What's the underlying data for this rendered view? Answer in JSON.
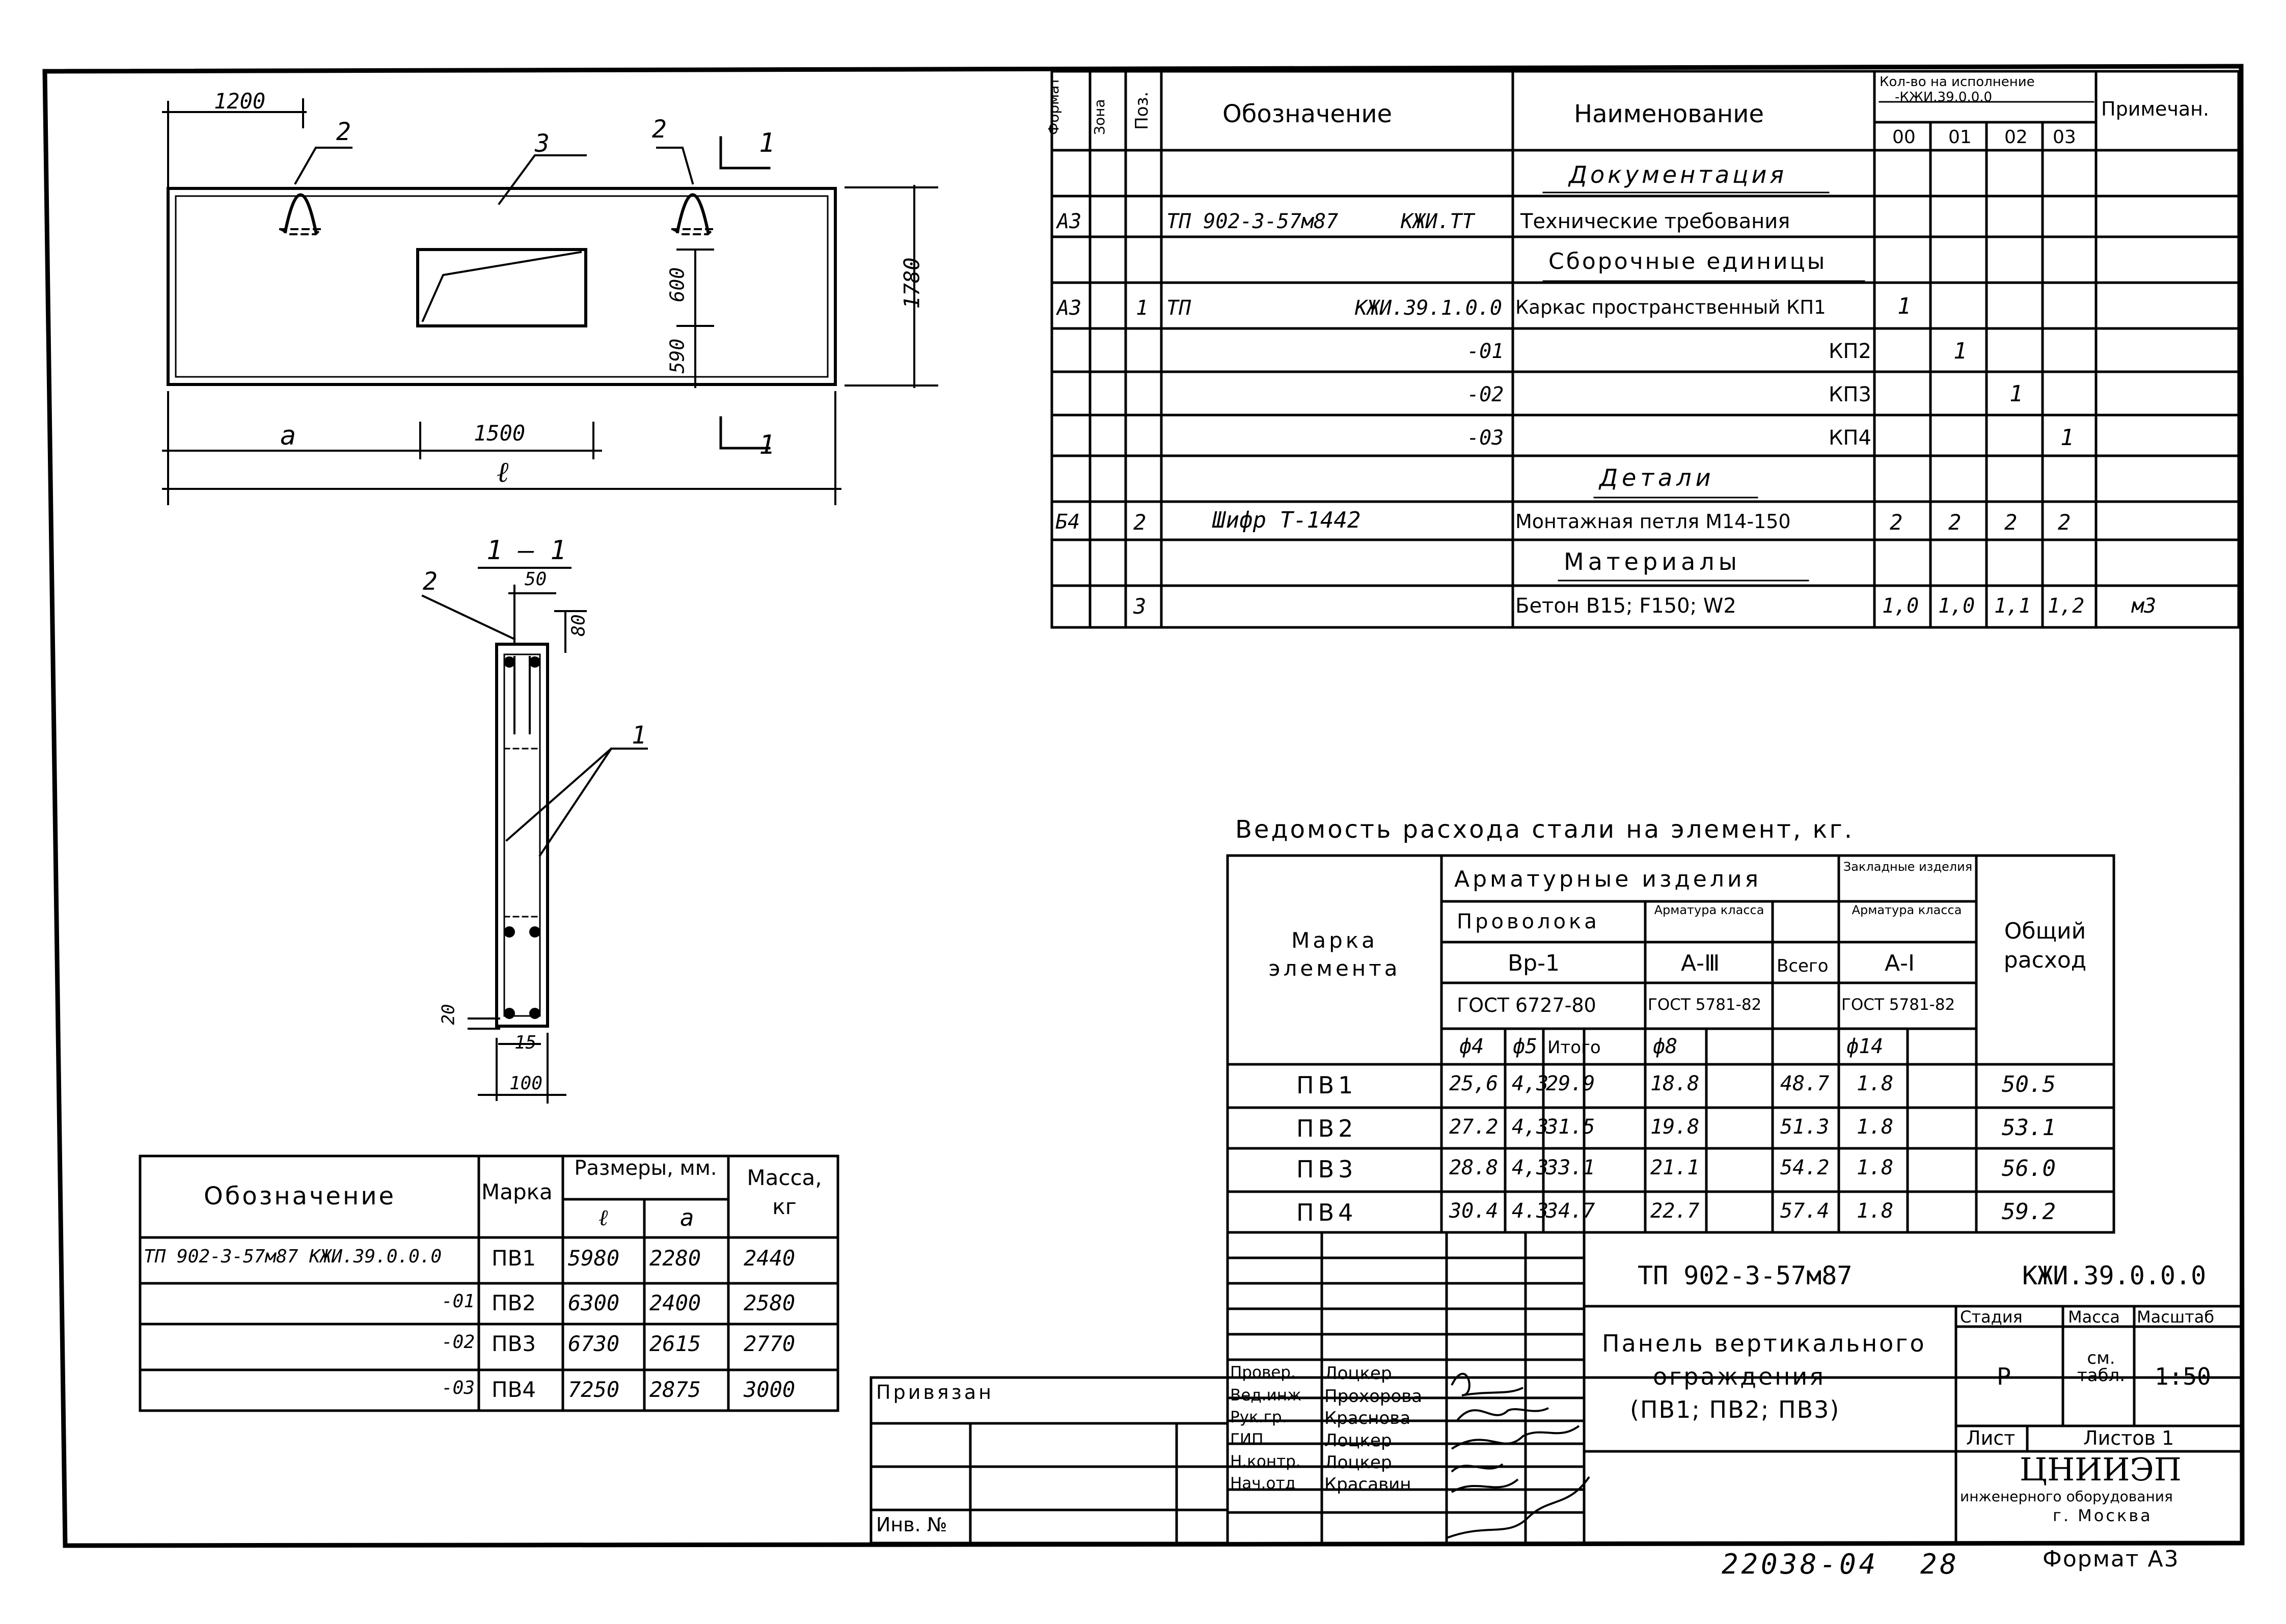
{
  "drawing": {
    "dim_1200": "1200",
    "pos2_left": "2",
    "pos3": "3",
    "pos2_right": "2",
    "section_mark": "1",
    "dim_600": "600",
    "dim_590": "590",
    "dim_1780": "1780",
    "dim_a": "a",
    "dim_1500": "1500",
    "dim_l": "ℓ",
    "section_title": "1 — 1",
    "sec_pos2": "2",
    "sec_50": "50",
    "sec_80": "80",
    "sec_pos1": "1",
    "sec_20": "20",
    "sec_15": "15",
    "sec_100": "100"
  },
  "spec": {
    "headers": {
      "format": "Формат",
      "zone": "Зона",
      "pos": "Поз.",
      "designation": "Обозначение",
      "name": "Наименование",
      "qty": "Кол-во на исполнение",
      "qty2": "-КЖИ.39.0.0.0",
      "v00": "00",
      "v01": "01",
      "v02": "02",
      "v03": "03",
      "note": "Примечан."
    },
    "sections": {
      "docs": "Документация",
      "assemblies": "Сборочные единицы",
      "details": "Детали",
      "materials": "Материалы"
    },
    "rows": [
      {
        "format": "А3",
        "pos": "",
        "des_a": "ТП 902-3-57м87",
        "des_b": "КЖИ.ТТ",
        "name": "Технические требования",
        "q": [
          "",
          "",
          "",
          ""
        ],
        "note": ""
      },
      {
        "format": "А3",
        "pos": "1",
        "des_a": "ТП",
        "des_b": "КЖИ.39.1.0.0",
        "name": "Каркас пространственный КП1",
        "q": [
          "1",
          "",
          "",
          ""
        ],
        "note": ""
      },
      {
        "format": "",
        "pos": "",
        "des_a": "",
        "des_b": "-01",
        "name": "КП2",
        "q": [
          "",
          "1",
          "",
          ""
        ],
        "note": ""
      },
      {
        "format": "",
        "pos": "",
        "des_a": "",
        "des_b": "-02",
        "name": "КП3",
        "q": [
          "",
          "",
          "1",
          ""
        ],
        "note": ""
      },
      {
        "format": "",
        "pos": "",
        "des_a": "",
        "des_b": "-03",
        "name": "КП4",
        "q": [
          "",
          "",
          "",
          "1"
        ],
        "note": ""
      },
      {
        "format": "Б4",
        "pos": "2",
        "des_a": "Шифр Т-1442",
        "des_b": "",
        "name": "Монтажная петля М14-150",
        "q": [
          "2",
          "2",
          "2",
          "2"
        ],
        "note": ""
      },
      {
        "format": "",
        "pos": "3",
        "des_a": "",
        "des_b": "",
        "name": "Бетон В15; F150; W2",
        "q": [
          "1,0",
          "1,0",
          "1,1",
          "1,2"
        ],
        "note": "м3"
      }
    ]
  },
  "steel": {
    "title": "Ведомость расхода стали на элемент, кг.",
    "h_mark": "Марка элемента",
    "h_arm": "Арматурные изделия",
    "h_emb": "Закладные изделия",
    "h_wire": "Проволока",
    "h_armcls": "Арматура класса",
    "h_armcls2": "Арматура класса",
    "h_bp1": "Вр-1",
    "h_a3": "А-Ⅲ",
    "h_a1": "А-Ⅰ",
    "h_total": "Всего",
    "h_gost1": "ГОСТ 6727-80",
    "h_gost2": "ГОСТ 5781-82",
    "h_gost3": "ГОСТ 5781-82",
    "h_d4": "ф4",
    "h_d5": "ф5",
    "h_itogo": "Итого",
    "h_d8": "ф8",
    "h_d14": "ф14",
    "h_overall": "Общий расход",
    "rows": [
      {
        "mark": "ПВ1",
        "d4": "25,6",
        "d5": "4,3",
        "itogo": "29.9",
        "d8": "18.8",
        "vsego": "48.7",
        "d14": "1.8",
        "overall": "50.5"
      },
      {
        "mark": "ПВ2",
        "d4": "27.2",
        "d5": "4,3",
        "itogo": "31.5",
        "d8": "19.8",
        "vsego": "51.3",
        "d14": "1.8",
        "overall": "53.1"
      },
      {
        "mark": "ПВ3",
        "d4": "28.8",
        "d5": "4,3",
        "itogo": "33.1",
        "d8": "21.1",
        "vsego": "54.2",
        "d14": "1.8",
        "overall": "56.0"
      },
      {
        "mark": "ПВ4",
        "d4": "30.4",
        "d5": "4.3",
        "itogo": "34.7",
        "d8": "22.7",
        "vsego": "57.4",
        "d14": "1.8",
        "overall": "59.2"
      }
    ]
  },
  "sizes": {
    "h_des": "Обозначение",
    "h_mark": "Марка",
    "h_dims": "Размеры, мм.",
    "h_l": "ℓ",
    "h_a": "a",
    "h_mass": "Масса, кг",
    "rows": [
      {
        "des": "ТП 902-3-57м87 КЖИ.39.0.0.0",
        "mark": "ПВ1",
        "l": "5980",
        "a": "2280",
        "mass": "2440"
      },
      {
        "des": "-01",
        "mark": "ПВ2",
        "l": "6300",
        "a": "2400",
        "mass": "2580"
      },
      {
        "des": "-02",
        "mark": "ПВ3",
        "l": "6730",
        "a": "2615",
        "mass": "2770"
      },
      {
        "des": "-03",
        "mark": "ПВ4",
        "l": "7250",
        "a": "2875",
        "mass": "3000"
      }
    ]
  },
  "stamp": {
    "privyazan": "Привязан",
    "inv": "Инв. №",
    "project": "ТП 902-3-57м87",
    "code": "КЖИ.39.0.0.0",
    "title1": "Панель вертикального",
    "title2": "ограждения",
    "title3": "(ПВ1; ПВ2; ПВ3)",
    "stage_h": "Стадия",
    "mass_h": "Масса",
    "scale_h": "Масштаб",
    "stage": "Р",
    "mass": "см. табл.",
    "scale": "1:50",
    "sheet": "Лист",
    "sheets": "Листов 1",
    "org1": "ЦНИИЭП",
    "org2": "инженерного оборудования",
    "org3": "г. Москва",
    "roles": [
      {
        "role": "Провер.",
        "name": "Лоцкер"
      },
      {
        "role": "Вед.инж",
        "name": "Прохорова"
      },
      {
        "role": "Рук.гр.",
        "name": "Краснова"
      },
      {
        "role": "ГИП",
        "name": "Лоцкер"
      },
      {
        "role": "Н.контр.",
        "name": "Лоцкер"
      },
      {
        "role": "Нач.отд",
        "name": "Красавин"
      }
    ]
  },
  "footer": {
    "number": "22038-04",
    "page": "28",
    "format": "Формат А3"
  }
}
